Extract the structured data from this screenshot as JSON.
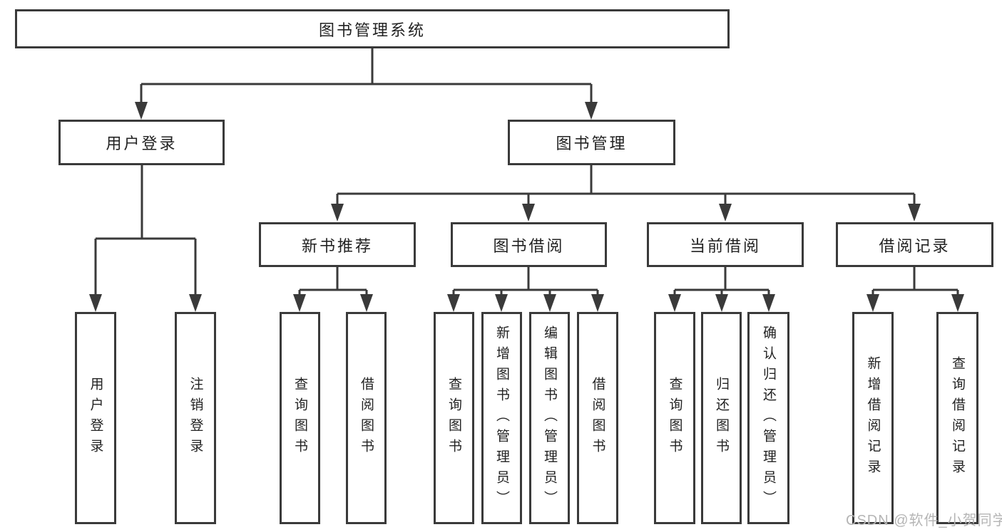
{
  "diagram": {
    "root": {
      "label": "图书管理系统"
    },
    "branches": [
      {
        "label": "用户登录",
        "children": [
          {
            "label": "用户登录"
          },
          {
            "label": "注销登录"
          }
        ]
      },
      {
        "label": "图书管理",
        "children": [
          {
            "label": "新书推荐",
            "children": [
              {
                "label": "查询图书"
              },
              {
                "label": "借阅图书"
              }
            ]
          },
          {
            "label": "图书借阅",
            "children": [
              {
                "label": "查询图书"
              },
              {
                "label": "新增图书（管理员）"
              },
              {
                "label": "编辑图书（管理员）"
              },
              {
                "label": "借阅图书"
              }
            ]
          },
          {
            "label": "当前借阅",
            "children": [
              {
                "label": "查询图书"
              },
              {
                "label": "归还图书"
              },
              {
                "label": "确认归还（管理员）"
              }
            ]
          },
          {
            "label": "借阅记录",
            "children": [
              {
                "label": "新增借阅记录"
              },
              {
                "label": "查询借阅记录"
              }
            ]
          }
        ]
      }
    ]
  },
  "watermark": {
    "text": "CSDN @软件_小贺同学"
  },
  "colors": {
    "line": "#3a3a3a",
    "text": "#222222",
    "watermark": "#b5b5b5",
    "background": "#ffffff"
  }
}
